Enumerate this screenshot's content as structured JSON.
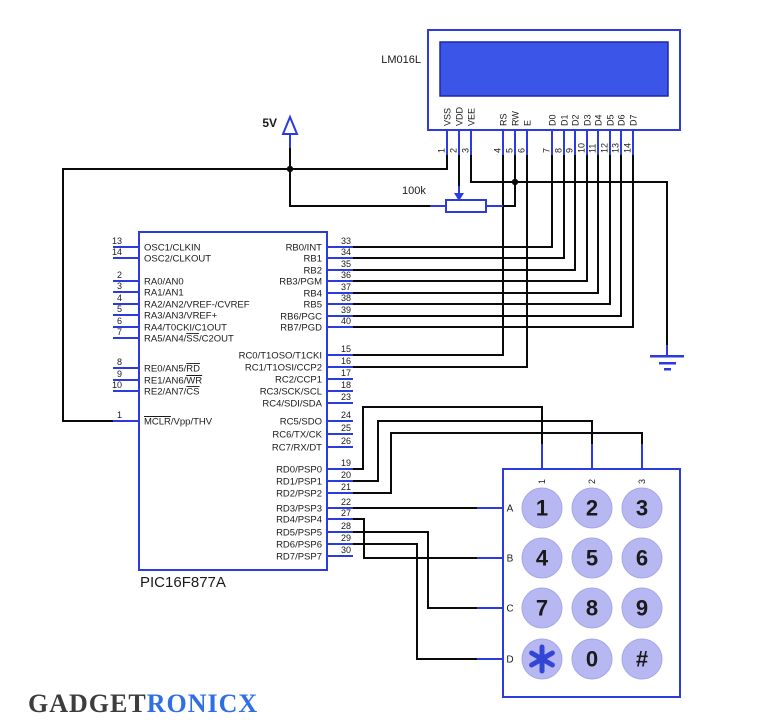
{
  "lcd": {
    "label": "LM016L",
    "pins": [
      {
        "num": "1",
        "name": "VSS"
      },
      {
        "num": "2",
        "name": "VDD"
      },
      {
        "num": "3",
        "name": "VEE"
      },
      {
        "num": "4",
        "name": "RS"
      },
      {
        "num": "5",
        "name": "RW"
      },
      {
        "num": "6",
        "name": "E"
      },
      {
        "num": "7",
        "name": "D0"
      },
      {
        "num": "8",
        "name": "D1"
      },
      {
        "num": "9",
        "name": "D2"
      },
      {
        "num": "10",
        "name": "D3"
      },
      {
        "num": "11",
        "name": "D4"
      },
      {
        "num": "12",
        "name": "D5"
      },
      {
        "num": "13",
        "name": "D6"
      },
      {
        "num": "14",
        "name": "D7"
      }
    ]
  },
  "pic": {
    "label": "PIC16F877A",
    "left_pins": [
      {
        "num": "13",
        "parts": [
          {
            "text": "OSC1/CLKIN",
            "over": false
          }
        ]
      },
      {
        "num": "14",
        "parts": [
          {
            "text": "OSC2/CLKOUT",
            "over": false
          }
        ]
      },
      {
        "num": "2",
        "parts": [
          {
            "text": "RA0/AN0",
            "over": false
          }
        ]
      },
      {
        "num": "3",
        "parts": [
          {
            "text": "RA1/AN1",
            "over": false
          }
        ]
      },
      {
        "num": "4",
        "parts": [
          {
            "text": "RA2/AN2/VREF-/CVREF",
            "over": false
          }
        ]
      },
      {
        "num": "5",
        "parts": [
          {
            "text": "RA3/AN3/VREF+",
            "over": false
          }
        ]
      },
      {
        "num": "6",
        "parts": [
          {
            "text": "RA4/T0CKI/C1OUT",
            "over": false
          }
        ]
      },
      {
        "num": "7",
        "parts": [
          {
            "text": "RA5/AN4/",
            "over": false
          },
          {
            "text": "SS",
            "over": true
          },
          {
            "text": "/C2OUT",
            "over": false
          }
        ]
      },
      {
        "num": "8",
        "parts": [
          {
            "text": "RE0/AN5/",
            "over": false
          },
          {
            "text": "RD",
            "over": true
          }
        ]
      },
      {
        "num": "9",
        "parts": [
          {
            "text": "RE1/AN6/",
            "over": false
          },
          {
            "text": "WR",
            "over": true
          }
        ]
      },
      {
        "num": "10",
        "parts": [
          {
            "text": "RE2/AN7/",
            "over": false
          },
          {
            "text": "CS",
            "over": true
          }
        ]
      },
      {
        "num": "1",
        "parts": [
          {
            "text": "MCLR",
            "over": true
          },
          {
            "text": "/Vpp/THV",
            "over": false
          }
        ]
      }
    ],
    "right_pins": [
      {
        "num": "33",
        "label": "RB0/INT"
      },
      {
        "num": "34",
        "label": "RB1"
      },
      {
        "num": "35",
        "label": "RB2"
      },
      {
        "num": "36",
        "label": "RB3/PGM"
      },
      {
        "num": "37",
        "label": "RB4"
      },
      {
        "num": "38",
        "label": "RB5"
      },
      {
        "num": "39",
        "label": "RB6/PGC"
      },
      {
        "num": "40",
        "label": "RB7/PGD"
      },
      {
        "num": "15",
        "label": "RC0/T1OSO/T1CKI"
      },
      {
        "num": "16",
        "label": "RC1/T1OSI/CCP2"
      },
      {
        "num": "17",
        "label": "RC2/CCP1"
      },
      {
        "num": "18",
        "label": "RC3/SCK/SCL"
      },
      {
        "num": "23",
        "label": "RC4/SDI/SDA"
      },
      {
        "num": "24",
        "label": "RC5/SDO"
      },
      {
        "num": "25",
        "label": "RC6/TX/CK"
      },
      {
        "num": "26",
        "label": "RC7/RX/DT"
      },
      {
        "num": "19",
        "label": "RD0/PSP0"
      },
      {
        "num": "20",
        "label": "RD1/PSP1"
      },
      {
        "num": "21",
        "label": "RD2/PSP2"
      },
      {
        "num": "22",
        "label": "RD3/PSP3"
      },
      {
        "num": "27",
        "label": "RD4/PSP4"
      },
      {
        "num": "28",
        "label": "RD5/PSP5"
      },
      {
        "num": "29",
        "label": "RD6/PSP6"
      },
      {
        "num": "30",
        "label": "RD7/PSP7"
      }
    ]
  },
  "pot": {
    "label": "100k"
  },
  "power": {
    "label": "5V"
  },
  "keypad": {
    "col_labels": [
      "1",
      "2",
      "3"
    ],
    "row_labels": [
      "A",
      "B",
      "C",
      "D"
    ],
    "keys": [
      [
        "1",
        "2",
        "3"
      ],
      [
        "4",
        "5",
        "6"
      ],
      [
        "7",
        "8",
        "9"
      ],
      [
        "*",
        "0",
        "#"
      ]
    ]
  },
  "logo": {
    "gadget": "GADGET",
    "ronicx": "RONICX"
  },
  "colors": {
    "blue": "#2b3be0",
    "screen_fill": "#3a55e8",
    "screen_border": "#1d27a8",
    "wire": "#0a0a0a",
    "key_fill": "#b7b7f2",
    "key_stroke": "#a6a6ea",
    "key_text": "#3246d6",
    "text": "#1a1a1a",
    "logo_gray": "#3d3d3d",
    "logo_blue": "#2f6fe3"
  }
}
